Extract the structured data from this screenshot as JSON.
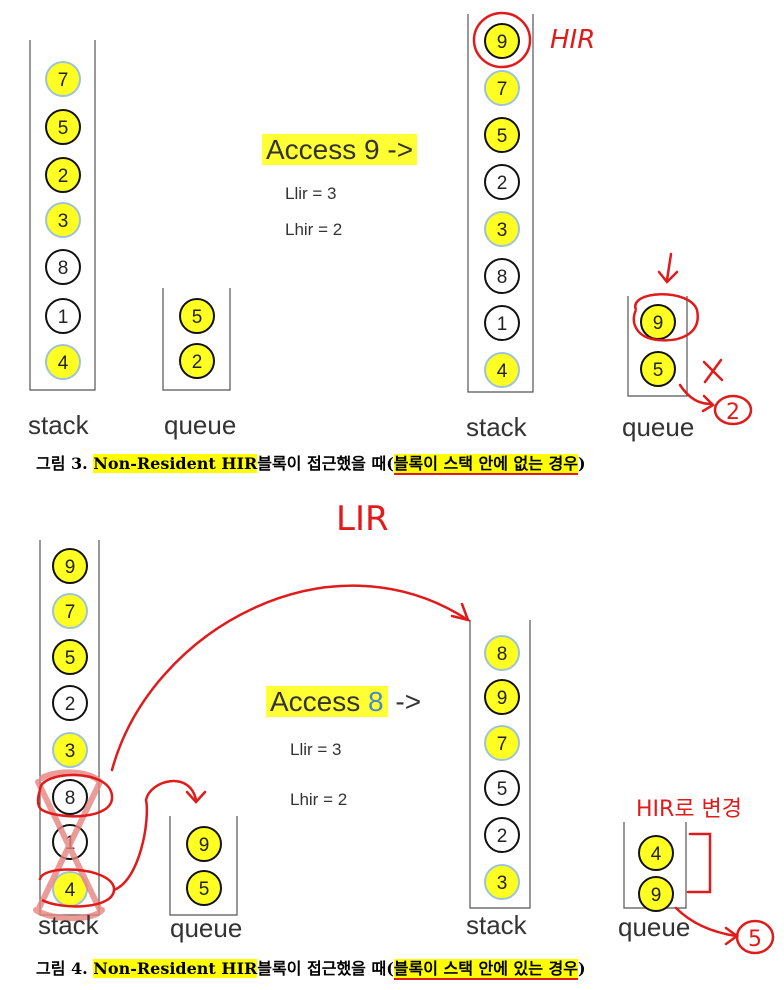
{
  "figure3": {
    "access_label": "Access 9 ->",
    "llir": "Llir  = 3",
    "lhir": "Lhir = 2",
    "left_stack": [
      "7",
      "5",
      "2",
      "3",
      "8",
      "1",
      "4"
    ],
    "left_queue": [
      "5",
      "2"
    ],
    "right_stack": [
      "9",
      "7",
      "5",
      "2",
      "3",
      "8",
      "1",
      "4"
    ],
    "right_queue": [
      "9",
      "5"
    ],
    "stack_label": "stack",
    "queue_label": "queue",
    "caption_prefix": "그림 3. ",
    "caption_highlight": "Non-Resident HIR",
    "caption_middle": "블록이 접근했을 때(",
    "caption_underlined": "블록이 스택 안에 없는 경우",
    "caption_suffix": ")",
    "annotation_hir": "HIR",
    "annotation_evicted": "2"
  },
  "figure4": {
    "access_label_main": "Access ",
    "access_label_num": "8",
    "access_label_arrow": " ->",
    "llir": "Llir  = 3",
    "lhir": "Lhir = 2",
    "left_stack": [
      "9",
      "7",
      "5",
      "2",
      "3",
      "8",
      "1",
      "4"
    ],
    "left_queue": [
      "9",
      "5"
    ],
    "right_stack": [
      "8",
      "9",
      "7",
      "5",
      "2",
      "3"
    ],
    "right_queue": [
      "4",
      "9"
    ],
    "stack_label": "stack",
    "queue_label": "queue",
    "caption_prefix": "그림 4. ",
    "caption_highlight": "Non-Resident HIR",
    "caption_middle": "블록이 접근했을 때(",
    "caption_underlined": "블록이 스택 안에 있는 경우",
    "caption_suffix": ")",
    "annotation_lir": "LIR",
    "annotation_hir_change": "HIR로 변경",
    "annotation_evicted": "5"
  },
  "colors": {
    "yellow": "#ffff22",
    "annotation_red": "#e01b1b",
    "circle_border_dark": "#111111",
    "circle_border_light": "#9ec3d8"
  }
}
